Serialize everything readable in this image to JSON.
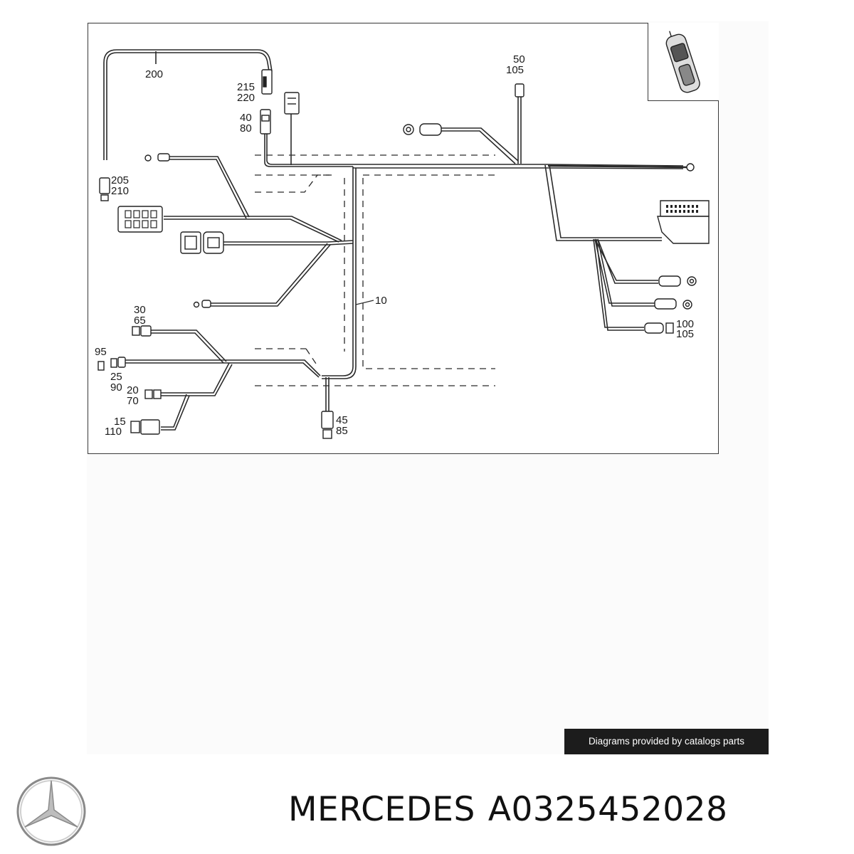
{
  "diagram": {
    "labels": {
      "l200": "200",
      "l215": "215",
      "l220": "220",
      "l40": "40",
      "l80": "80",
      "l205": "205",
      "l210": "210",
      "l50": "50",
      "l105a": "105",
      "l10": "10",
      "l30": "30",
      "l65": "65",
      "l95": "95",
      "l25": "25",
      "l90": "90",
      "l20": "20",
      "l70": "70",
      "l15": "15",
      "l110": "110",
      "l45": "45",
      "l85": "85",
      "l100": "100",
      "l105b": "105"
    }
  },
  "credit": "Diagrams provided by catalogs parts",
  "footer": {
    "brand": "MERCEDES",
    "part_number": "A0325452028",
    "logo_icon": "mercedes-star-logo-icon"
  }
}
